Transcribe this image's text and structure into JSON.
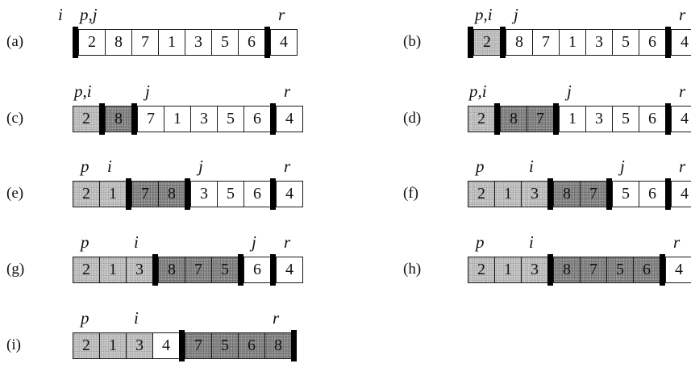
{
  "rows": [
    {
      "label": "(a)",
      "pointers": [
        {
          "text": "i",
          "at": -1
        },
        {
          "text": "p,j",
          "at": 0
        },
        {
          "text": "r",
          "at": 7
        }
      ],
      "cells": [
        {
          "v": "2",
          "s": "white"
        },
        {
          "v": "8",
          "s": "white"
        },
        {
          "v": "7",
          "s": "white"
        },
        {
          "v": "1",
          "s": "white"
        },
        {
          "v": "3",
          "s": "white"
        },
        {
          "v": "5",
          "s": "white"
        },
        {
          "v": "6",
          "s": "white"
        },
        {
          "v": "4",
          "s": "white"
        }
      ],
      "bars": [
        0,
        7
      ]
    },
    {
      "label": "(b)",
      "pointers": [
        {
          "text": "p,i",
          "at": 0
        },
        {
          "text": "j",
          "at": 1
        },
        {
          "text": "r",
          "at": 7
        }
      ],
      "cells": [
        {
          "v": "2",
          "s": "light"
        },
        {
          "v": "8",
          "s": "white"
        },
        {
          "v": "7",
          "s": "white"
        },
        {
          "v": "1",
          "s": "white"
        },
        {
          "v": "3",
          "s": "white"
        },
        {
          "v": "5",
          "s": "white"
        },
        {
          "v": "6",
          "s": "white"
        },
        {
          "v": "4",
          "s": "white"
        }
      ],
      "bars": [
        0,
        1,
        7
      ]
    },
    {
      "label": "(c)",
      "pointers": [
        {
          "text": "p,i",
          "at": 0
        },
        {
          "text": "j",
          "at": 2
        },
        {
          "text": "r",
          "at": 7
        }
      ],
      "cells": [
        {
          "v": "2",
          "s": "light"
        },
        {
          "v": "8",
          "s": "dark"
        },
        {
          "v": "7",
          "s": "white"
        },
        {
          "v": "1",
          "s": "white"
        },
        {
          "v": "3",
          "s": "white"
        },
        {
          "v": "5",
          "s": "white"
        },
        {
          "v": "6",
          "s": "white"
        },
        {
          "v": "4",
          "s": "white"
        }
      ],
      "bars": [
        1,
        2,
        7
      ]
    },
    {
      "label": "(d)",
      "pointers": [
        {
          "text": "p,i",
          "at": 0
        },
        {
          "text": "j",
          "at": 3
        },
        {
          "text": "r",
          "at": 7
        }
      ],
      "cells": [
        {
          "v": "2",
          "s": "light"
        },
        {
          "v": "8",
          "s": "dark"
        },
        {
          "v": "7",
          "s": "dark"
        },
        {
          "v": "1",
          "s": "white"
        },
        {
          "v": "3",
          "s": "white"
        },
        {
          "v": "5",
          "s": "white"
        },
        {
          "v": "6",
          "s": "white"
        },
        {
          "v": "4",
          "s": "white"
        }
      ],
      "bars": [
        1,
        3,
        7
      ]
    },
    {
      "label": "(e)",
      "pointers": [
        {
          "text": "p",
          "at": 0
        },
        {
          "text": "i",
          "at": 1
        },
        {
          "text": "j",
          "at": 4
        },
        {
          "text": "r",
          "at": 7
        }
      ],
      "cells": [
        {
          "v": "2",
          "s": "light"
        },
        {
          "v": "1",
          "s": "light"
        },
        {
          "v": "7",
          "s": "dark"
        },
        {
          "v": "8",
          "s": "dark"
        },
        {
          "v": "3",
          "s": "white"
        },
        {
          "v": "5",
          "s": "white"
        },
        {
          "v": "6",
          "s": "white"
        },
        {
          "v": "4",
          "s": "white"
        }
      ],
      "bars": [
        2,
        4,
        7
      ]
    },
    {
      "label": "(f)",
      "pointers": [
        {
          "text": "p",
          "at": 0
        },
        {
          "text": "i",
          "at": 2
        },
        {
          "text": "j",
          "at": 5
        },
        {
          "text": "r",
          "at": 7
        }
      ],
      "cells": [
        {
          "v": "2",
          "s": "light"
        },
        {
          "v": "1",
          "s": "light"
        },
        {
          "v": "3",
          "s": "light"
        },
        {
          "v": "8",
          "s": "dark"
        },
        {
          "v": "7",
          "s": "dark"
        },
        {
          "v": "5",
          "s": "white"
        },
        {
          "v": "6",
          "s": "white"
        },
        {
          "v": "4",
          "s": "white"
        }
      ],
      "bars": [
        3,
        5,
        7
      ]
    },
    {
      "label": "(g)",
      "pointers": [
        {
          "text": "p",
          "at": 0
        },
        {
          "text": "i",
          "at": 2
        },
        {
          "text": "j",
          "at": 6
        },
        {
          "text": "r",
          "at": 7
        }
      ],
      "cells": [
        {
          "v": "2",
          "s": "light"
        },
        {
          "v": "1",
          "s": "light"
        },
        {
          "v": "3",
          "s": "light"
        },
        {
          "v": "8",
          "s": "dark"
        },
        {
          "v": "7",
          "s": "dark"
        },
        {
          "v": "5",
          "s": "dark"
        },
        {
          "v": "6",
          "s": "white"
        },
        {
          "v": "4",
          "s": "white"
        }
      ],
      "bars": [
        3,
        6,
        7
      ]
    },
    {
      "label": "(h)",
      "pointers": [
        {
          "text": "p",
          "at": 0
        },
        {
          "text": "i",
          "at": 2
        },
        {
          "text": "r",
          "at": 7
        }
      ],
      "cells": [
        {
          "v": "2",
          "s": "light"
        },
        {
          "v": "1",
          "s": "light"
        },
        {
          "v": "3",
          "s": "light"
        },
        {
          "v": "8",
          "s": "dark"
        },
        {
          "v": "7",
          "s": "dark"
        },
        {
          "v": "5",
          "s": "dark"
        },
        {
          "v": "6",
          "s": "dark"
        },
        {
          "v": "4",
          "s": "white"
        }
      ],
      "bars": [
        3,
        7
      ]
    },
    {
      "label": "(i)",
      "pointers": [
        {
          "text": "p",
          "at": 0
        },
        {
          "text": "i",
          "at": 2
        },
        {
          "text": "r",
          "at": 7
        }
      ],
      "cells": [
        {
          "v": "2",
          "s": "light"
        },
        {
          "v": "1",
          "s": "light"
        },
        {
          "v": "3",
          "s": "light"
        },
        {
          "v": "4",
          "s": "white"
        },
        {
          "v": "7",
          "s": "dark"
        },
        {
          "v": "5",
          "s": "dark"
        },
        {
          "v": "6",
          "s": "dark"
        },
        {
          "v": "8",
          "s": "dark"
        }
      ],
      "bars": [
        4,
        8
      ]
    }
  ]
}
